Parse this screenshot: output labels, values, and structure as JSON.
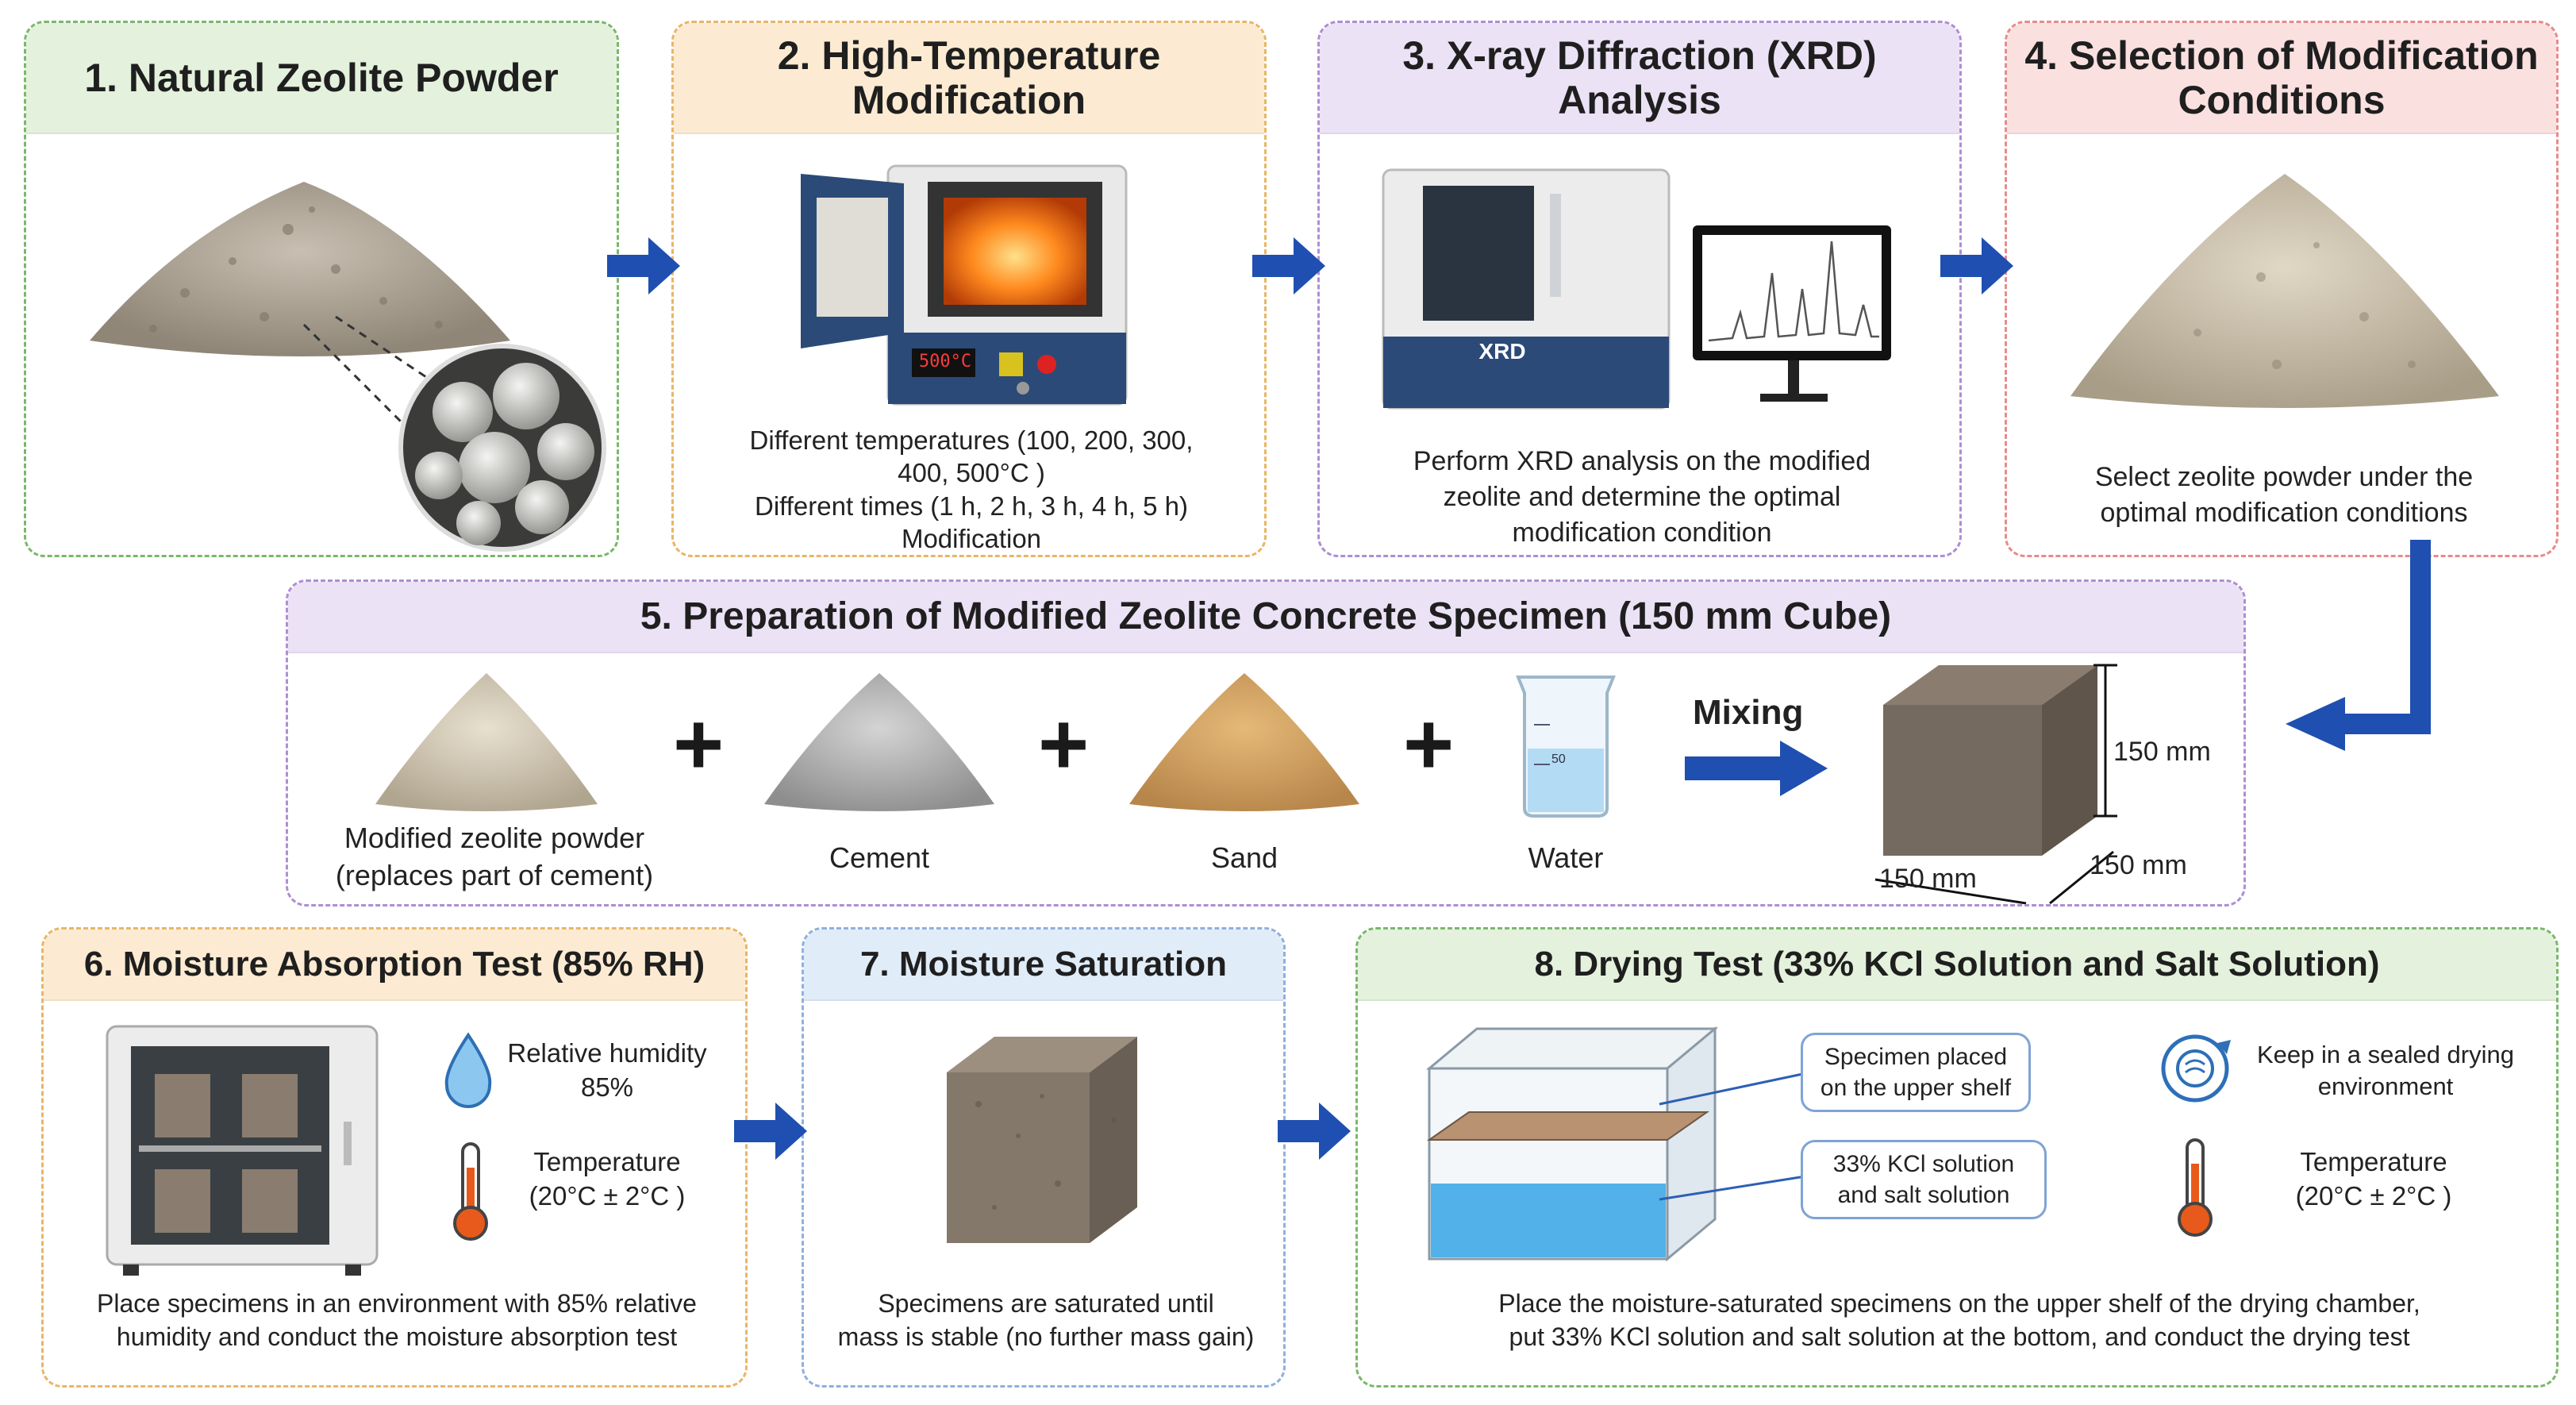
{
  "step1": {
    "title": "1.  Natural Zeolite Powder"
  },
  "step2": {
    "title_l1": "2. High-Temperature",
    "title_l2": "Modification",
    "oven_display": "500°C",
    "text_l1": "Different temperatures (100, 200, 300,",
    "text_l2": "400, 500°C )",
    "text_l3": "Different times (1 h,  2 h, 3 h, 4 h,  5 h)",
    "text_l4": "Modification"
  },
  "step3": {
    "title_l1": "3. X-ray Diffraction (XRD)",
    "title_l2": "Analysis",
    "machine_label": "XRD",
    "text_l1": "Perform XRD analysis on the modified",
    "text_l2": "zeolite and determine the optimal",
    "text_l3": "modification condition"
  },
  "step4": {
    "title_l1": "4. Selection of Modification",
    "title_l2": "Conditions",
    "text_l1": "Select zeolite powder under the",
    "text_l2": "optimal modification conditions"
  },
  "step5": {
    "title": "5. Preparation of Modified Zeolite Concrete Specimen (150 mm Cube)",
    "ingredients": [
      {
        "l1": "Modified zeolite powder",
        "l2": "(replaces part of cement)"
      },
      {
        "l1": "Cement"
      },
      {
        "l1": "Sand"
      },
      {
        "l1": "Water"
      }
    ],
    "plus": "+",
    "beaker_mark": "50",
    "mixing": "Mixing",
    "dim_height": "150 mm",
    "dim_width": "150 mm",
    "dim_depth": "150 mm"
  },
  "step6": {
    "title": "6. Moisture Absorption Test (85% RH)",
    "rh_l1": "Relative humidity",
    "rh_l2": "85%",
    "temp_l1": "Temperature",
    "temp_l2": "(20°C ± 2°C )",
    "text_l1": "Place specimens in an environment with 85% relative",
    "text_l2": "humidity and conduct the moisture absorption test"
  },
  "step7": {
    "title": "7. Moisture Saturation",
    "text_l1": "Specimens are saturated until",
    "text_l2": "mass is stable (no further mass gain)"
  },
  "step8": {
    "title": "8. Drying Test (33% KCl Solution and Salt Solution)",
    "callout1_l1": "Specimen placed",
    "callout1_l2": "on the upper shelf",
    "callout2_l1": "33% KCl solution",
    "callout2_l2": "and salt solution",
    "sealed_l1": "Keep in a sealed drying",
    "sealed_l2": "environment",
    "temp_l1": "Temperature",
    "temp_l2": "(20°C ± 2°C )",
    "text_l1": "Place the moisture-saturated specimens on the upper shelf of the drying chamber,",
    "text_l2": "put 33% KCl solution and salt solution at the bottom, and conduct the drying test"
  },
  "colors": {
    "arrow": "#1f4fb0",
    "green": "#79b86a",
    "orange": "#eab565",
    "purple": "#ae8ed4",
    "red": "#e98a8a",
    "blue": "#8fb0dd"
  },
  "icons": [
    "arrow-right-icon",
    "water-drop-icon",
    "thermometer-icon",
    "sealed-drying-icon"
  ]
}
